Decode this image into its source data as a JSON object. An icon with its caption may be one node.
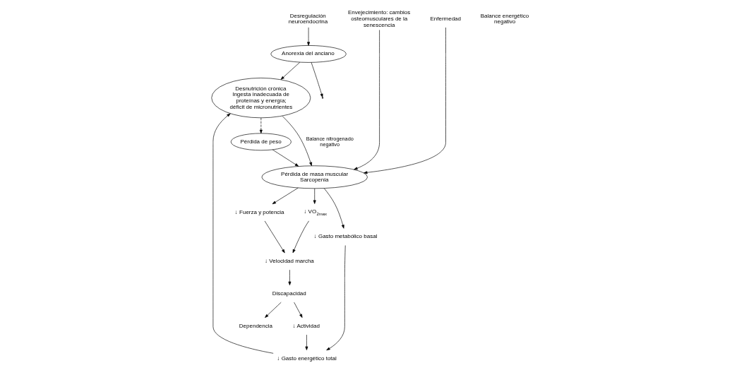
{
  "diagram": {
    "nodes": [
      {
        "text": [
          "Desregulación neuroendocrina"
        ]
      },
      {
        "text": [
          "Desnutrición crónica",
          "Ingesta inadecuada de proteínas y energía; déficit de micronutrientes"
        ]
      },
      {
        "text": [
          "Envejecimiento: cambios osteomusculares de la senescencia"
        ]
      },
      {
        "text": [
          "Enfermedad"
        ]
      },
      {
        "text": [
          "Anorexia del anciano"
        ]
      },
      {
        "text": [
          "Pérdida de peso"
        ]
      },
      {
        "text": [
          "Pérdida de masa muscular",
          "Sarcopenia"
        ]
      },
      {
        "text": [
          "↓ Gasto energético total"
        ]
      },
      {
        "text": [
          "↓ Gasto metabólico basal"
        ]
      },
      {
        "text": [
          "↓ Actividad"
        ]
      },
      {
        "text": [
          "↓ Velocidad marcha"
        ]
      },
      {
        "text": [
          "↓ Fuerza y potencia"
        ]
      },
      {
        "text": [
          "↓ VO$_{2max}$"
        ]
      },
      {
        "text": [
          "Discapacidad"
        ]
      },
      {
        "text": [
          "Dependencia"
        ]
      }
    ],
    "edges": [
      {
        "from": 0,
        "to": 4,
        "arrow": "to"
      },
      {
        "from": 4,
        "to": 1,
        "arrow": "to"
      },
      {
        "from": 1,
        "to": 5,
        "arrow": "to",
        "style": "dashed"
      },
      {
        "from": 1,
        "to": 6,
        "arrow": "to",
        "label": "Balance nitrogenado negativo"
      },
      {
        "from": 2,
        "to": 6,
        "arrow": "to"
      },
      {
        "from": 3,
        "to": 6,
        "arrow": "to"
      },
      {
        "from": 5,
        "to": 6,
        "arrow": "to"
      },
      {
        "from": 4,
        "to": null,
        "arrow": "to"
      },
      {
        "from": 7,
        "to": 1,
        "arrow": "to"
      },
      {
        "from": 6,
        "to": 8,
        "arrow": "to"
      },
      {
        "from": 6,
        "to": 11,
        "arrow": "to"
      },
      {
        "from": 6,
        "to": 12,
        "arrow": "to"
      },
      {
        "from": 8,
        "to": 7,
        "arrow": "to"
      },
      {
        "from": 9,
        "to": 7,
        "arrow": "to"
      },
      {
        "from": 11,
        "to": 10,
        "arrow": "to"
      },
      {
        "from": 12,
        "to": 10,
        "arrow": "to"
      },
      {
        "from": 10,
        "to": 13,
        "arrow": "to"
      },
      {
        "from": 13,
        "to": 9,
        "arrow": "to"
      },
      {
        "from": 13,
        "to": 14,
        "arrow": "to"
      }
    ],
    "labels": [
      "Balance energético negativo"
    ]
  }
}
